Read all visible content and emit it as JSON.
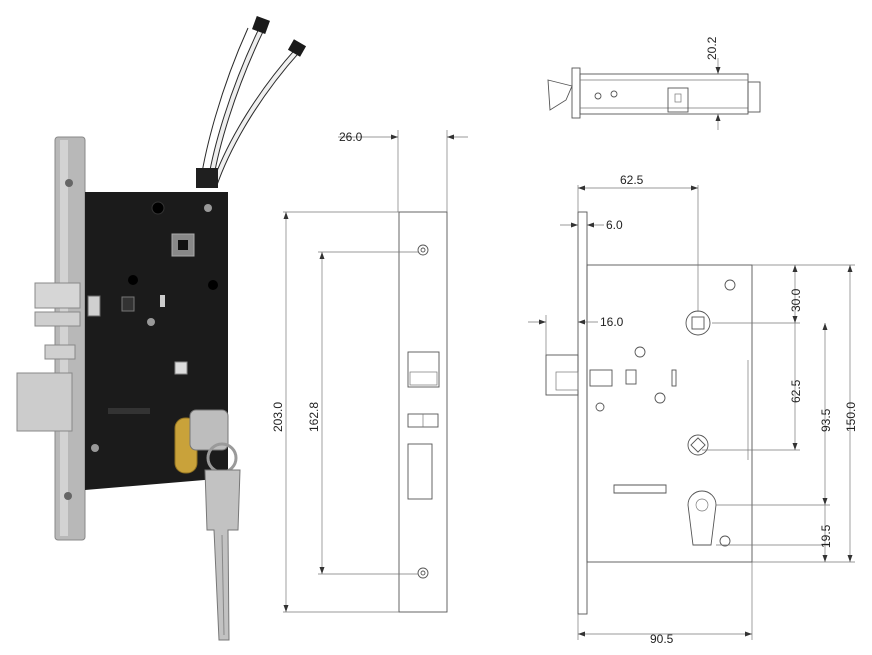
{
  "dimensions": {
    "backset": "26.0",
    "faceplate_height": "203.0",
    "screw_spacing": "162.8",
    "top_height": "20.2",
    "backset_handle": "62.5",
    "faceplate_thickness": "6.0",
    "latch_projection": "16.0",
    "spindle_from_top": "30.0",
    "spindle_to_cylinder_center": "62.5",
    "spindle_to_cylinder_bottom": "93.5",
    "case_height": "150.0",
    "cylinder_to_bottom": "19.5",
    "case_depth": "90.5"
  },
  "colors": {
    "lock_body": "#1a1a1a",
    "steel": "#c9c9c9",
    "brass": "#c9a23a",
    "line": "#555555"
  }
}
